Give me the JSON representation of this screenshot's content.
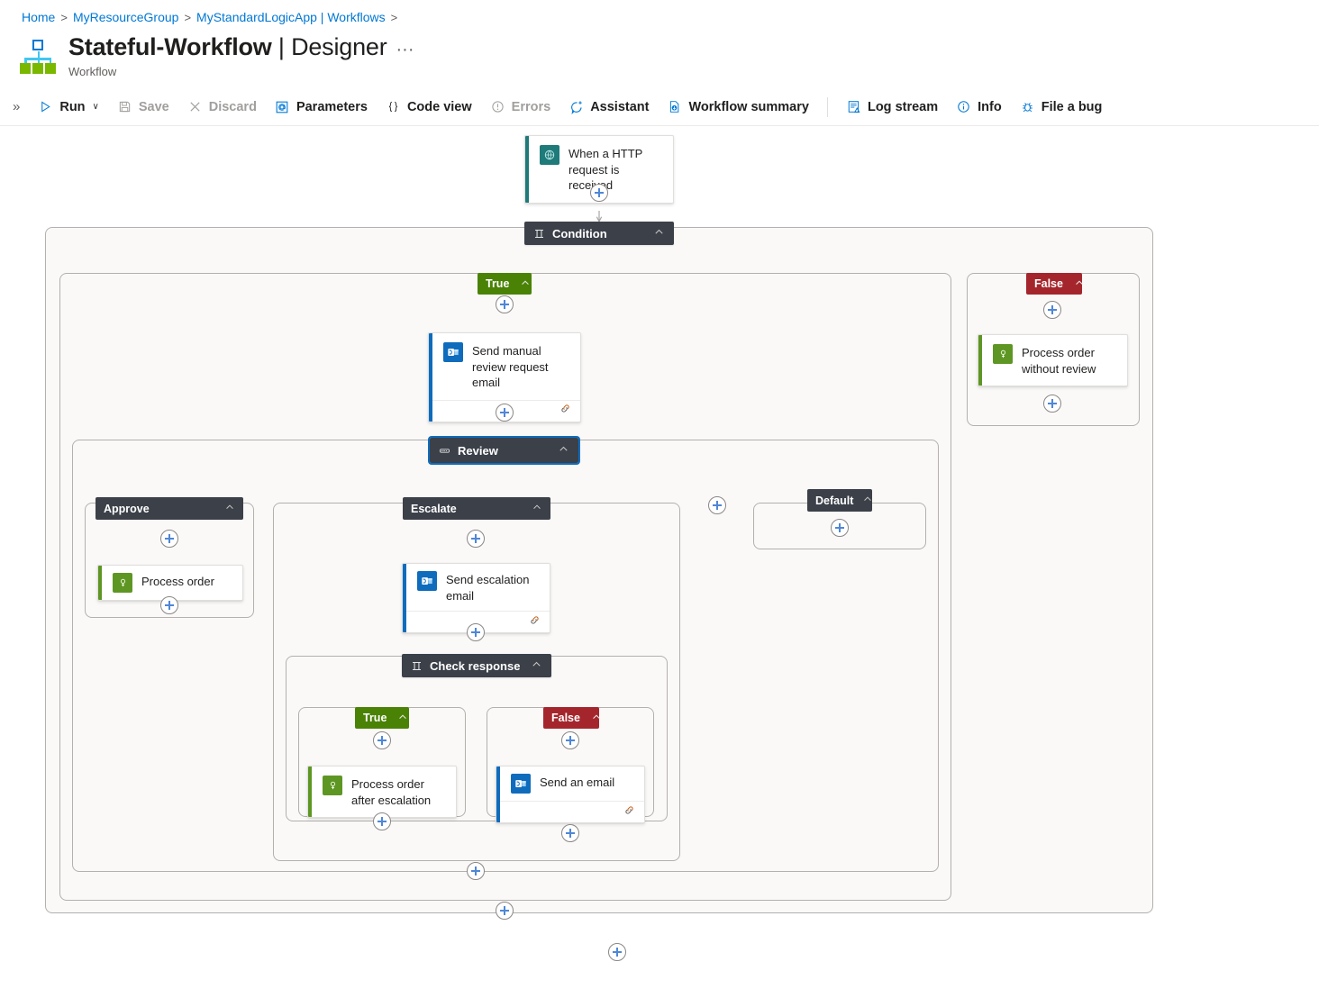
{
  "breadcrumb": {
    "items": [
      {
        "label": "Home"
      },
      {
        "label": "MyResourceGroup"
      },
      {
        "label": "MyStandardLogicApp | Workflows"
      }
    ],
    "separator": ">"
  },
  "header": {
    "title_main": "Stateful-Workflow",
    "title_divider": "|",
    "title_sub": "Designer",
    "ellipsis": "···",
    "subtitle": "Workflow",
    "icon": "logic-app-workflow-icon"
  },
  "commandbar": {
    "expand_chevron": "»",
    "items": [
      {
        "label": "Run",
        "icon": "play-icon",
        "caret": "∨",
        "disabled": false
      },
      {
        "label": "Save",
        "icon": "save-disk-icon",
        "disabled": true
      },
      {
        "label": "Discard",
        "icon": "close-x-icon",
        "disabled": true
      },
      {
        "label": "Parameters",
        "icon": "at-bracket-icon",
        "disabled": false
      },
      {
        "label": "Code view",
        "icon": "curly-braces-icon",
        "disabled": false
      },
      {
        "label": "Errors",
        "icon": "error-circle-icon",
        "disabled": true
      },
      {
        "label": "Assistant",
        "icon": "assistant-sparkle-icon",
        "disabled": false
      },
      {
        "label": "Workflow summary",
        "icon": "document-download-icon",
        "disabled": false
      },
      {
        "separator": true
      },
      {
        "label": "Log stream",
        "icon": "log-stream-icon",
        "disabled": false
      },
      {
        "label": "Info",
        "icon": "info-circle-icon",
        "disabled": false
      },
      {
        "label": "File a bug",
        "icon": "bug-icon",
        "disabled": false
      }
    ]
  },
  "colors": {
    "accent_blue": "#0078d4",
    "node_dark": "#3b4049",
    "true_green": "#498205",
    "false_red": "#a4262c",
    "scope_bg": "#faf9f8",
    "scope_border": "#b3b0ad",
    "teal_icon": "#1f7a7a",
    "green_icon": "#5e9624",
    "blue_icon": "#0f6cbd"
  },
  "workflow": {
    "trigger": {
      "label": "When a HTTP request is received",
      "accent": "#1f7a7a",
      "icon": "http-request-icon",
      "has_footer": false
    },
    "condition": {
      "label": "Condition",
      "icon": "condition-icon",
      "chevron": "⌃",
      "selected": false
    },
    "condition_true_label": "True",
    "condition_false_label": "False",
    "false_branch_action": {
      "label": "Process order without review",
      "accent": "#5e9624",
      "icon": "process-order-icon",
      "has_footer": false
    },
    "true_branch_action": {
      "label": "Send manual review request email",
      "accent": "#0f6cbd",
      "icon": "outlook-icon",
      "has_footer": true,
      "footer_icon": "connection-link-icon"
    },
    "switch": {
      "label": "Review",
      "icon": "switch-icon",
      "chevron": "⌃",
      "selected": true
    },
    "cases": [
      {
        "label": "Approve",
        "chevron": "⌃"
      },
      {
        "label": "Escalate",
        "chevron": "⌃"
      },
      {
        "label": "Default",
        "chevron": "⌃"
      }
    ],
    "approve_action": {
      "label": "Process order",
      "accent": "#5e9624",
      "icon": "process-order-icon",
      "has_footer": false
    },
    "escalate_action": {
      "label": "Send escalation email",
      "accent": "#0f6cbd",
      "icon": "outlook-icon",
      "has_footer": true,
      "footer_icon": "connection-link-icon"
    },
    "inner_condition": {
      "label": "Check response",
      "icon": "condition-icon",
      "chevron": "⌃",
      "selected": false
    },
    "inner_true_label": "True",
    "inner_false_label": "False",
    "inner_true_action": {
      "label": "Process order after escalation",
      "accent": "#5e9624",
      "icon": "process-order-icon",
      "has_footer": false
    },
    "inner_false_action": {
      "label": "Send an email",
      "accent": "#0f6cbd",
      "icon": "outlook-icon",
      "has_footer": true,
      "footer_icon": "connection-link-icon"
    }
  }
}
